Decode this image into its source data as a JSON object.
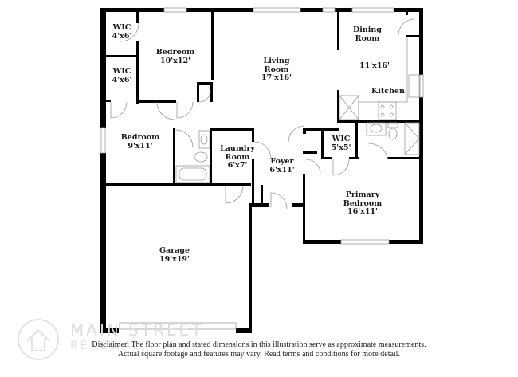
{
  "floor_plan": {
    "rooms": [
      {
        "id": "wic-1",
        "name": "WIC",
        "dims": "4'x6'"
      },
      {
        "id": "wic-2",
        "name": "WIC",
        "dims": "4'x6'"
      },
      {
        "id": "bedroom-1",
        "name": "Bedroom",
        "dims": "10'x12'"
      },
      {
        "id": "living-room",
        "name": "Living Room",
        "line1": "Living",
        "line2": "Room",
        "dims": "17'x16'"
      },
      {
        "id": "dining-room",
        "name": "Dining Room",
        "line1": "Dining",
        "line2": "Room"
      },
      {
        "id": "kitchen",
        "name": "Kitchen",
        "dims": "11'x16'"
      },
      {
        "id": "bedroom-2",
        "name": "Bedroom",
        "dims": "9'x11'"
      },
      {
        "id": "laundry-room",
        "name": "Laundry Room",
        "line1": "Laundry",
        "line2": "Room",
        "dims": "6'x7'"
      },
      {
        "id": "foyer",
        "name": "Foyer",
        "dims": "6'x11'"
      },
      {
        "id": "wic-3",
        "name": "WIC",
        "dims": "5'x5'"
      },
      {
        "id": "primary-bedroom",
        "name": "Primary Bedroom",
        "line1": "Primary",
        "line2": "Bedroom",
        "dims": "16'x11'"
      },
      {
        "id": "garage",
        "name": "Garage",
        "dims": "19'x19'"
      }
    ],
    "wall_color": "#000000",
    "fixture_color": "#999999"
  },
  "watermark": {
    "line1": "MAIN STREET",
    "line2": "RENEWAL"
  },
  "disclaimer": {
    "line1": "Disclaimer: The floor plan and stated dimensions in this illustration serve as approximate measurements.",
    "line2": "Actual square footage and features may vary. Read terms and conditions for more detail."
  }
}
